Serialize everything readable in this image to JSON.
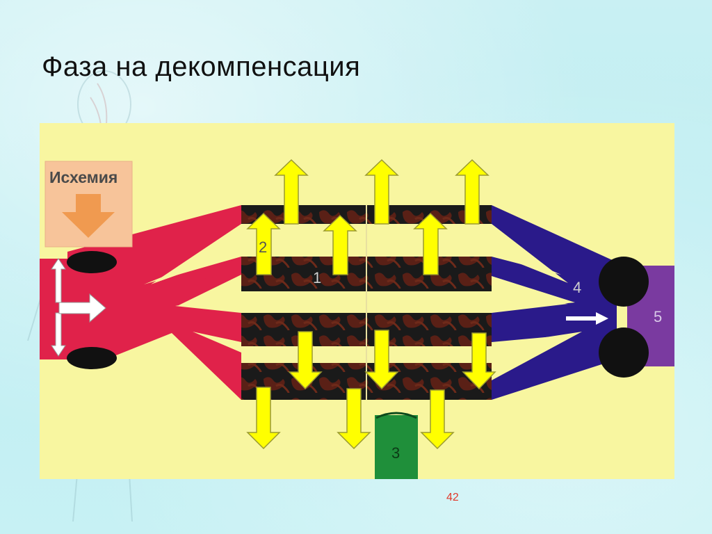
{
  "slide": {
    "title": "Фаза на декомпенсация",
    "page_number": "42"
  },
  "diagram": {
    "ischemia_label": "Исхемия",
    "labels": {
      "l1": "1",
      "l2": "2",
      "l3": "3",
      "l4": "4",
      "l5": "5"
    },
    "colors": {
      "background": "#f8f6a0",
      "arterial": "#e0224a",
      "venous": "#2a1a8a",
      "capillary_dark": "#1b1b1b",
      "arrow_yellow": "#ffff00",
      "lymph_green": "#1f8f3a",
      "drain_purple": "#7a3aa0",
      "ischemia_box": "#f7c49a",
      "ischemia_arrow": "#f09a50"
    }
  }
}
